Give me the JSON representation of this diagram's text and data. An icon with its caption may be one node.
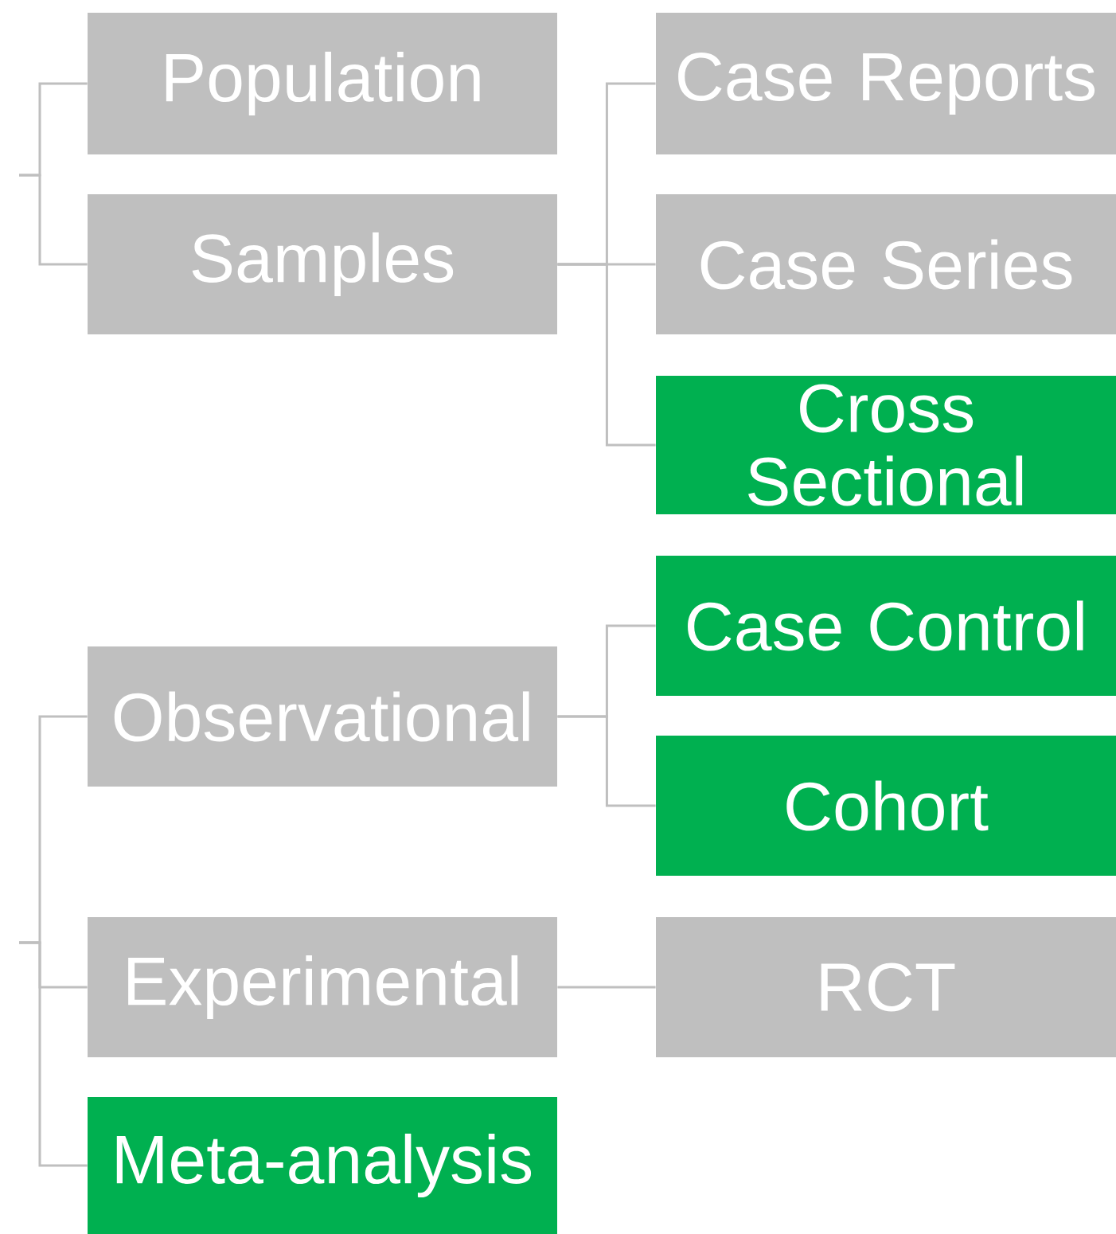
{
  "diagram": {
    "nodes": [
      {
        "text": [
          "Population"
        ]
      },
      {
        "text": [
          "Samples"
        ]
      },
      {
        "text": [
          "Case Reports"
        ]
      },
      {
        "text": [
          "Case Series"
        ]
      },
      {
        "text": [
          "Cross Sectional"
        ]
      },
      {
        "text": [
          "Observational"
        ]
      },
      {
        "text": [
          "Case Control"
        ]
      },
      {
        "text": [
          "Cohort"
        ]
      },
      {
        "text": [
          "Experimental"
        ]
      },
      {
        "text": [
          "RCT"
        ]
      },
      {
        "text": [
          "Meta-analysis"
        ]
      }
    ],
    "edges": [
      {
        "from": null,
        "to": 0,
        "arrow": "none"
      },
      {
        "from": null,
        "to": 1,
        "arrow": "none"
      },
      {
        "from": 1,
        "to": 2,
        "arrow": "none"
      },
      {
        "from": 1,
        "to": 3,
        "arrow": "none"
      },
      {
        "from": 1,
        "to": 4,
        "arrow": "none"
      },
      {
        "from": null,
        "to": 5,
        "arrow": "none"
      },
      {
        "from": null,
        "to": 8,
        "arrow": "none"
      },
      {
        "from": null,
        "to": 10,
        "arrow": "none"
      },
      {
        "from": 5,
        "to": 6,
        "arrow": "none"
      },
      {
        "from": 5,
        "to": 7,
        "arrow": "none"
      },
      {
        "from": 8,
        "to": 9,
        "arrow": "none"
      }
    ]
  }
}
